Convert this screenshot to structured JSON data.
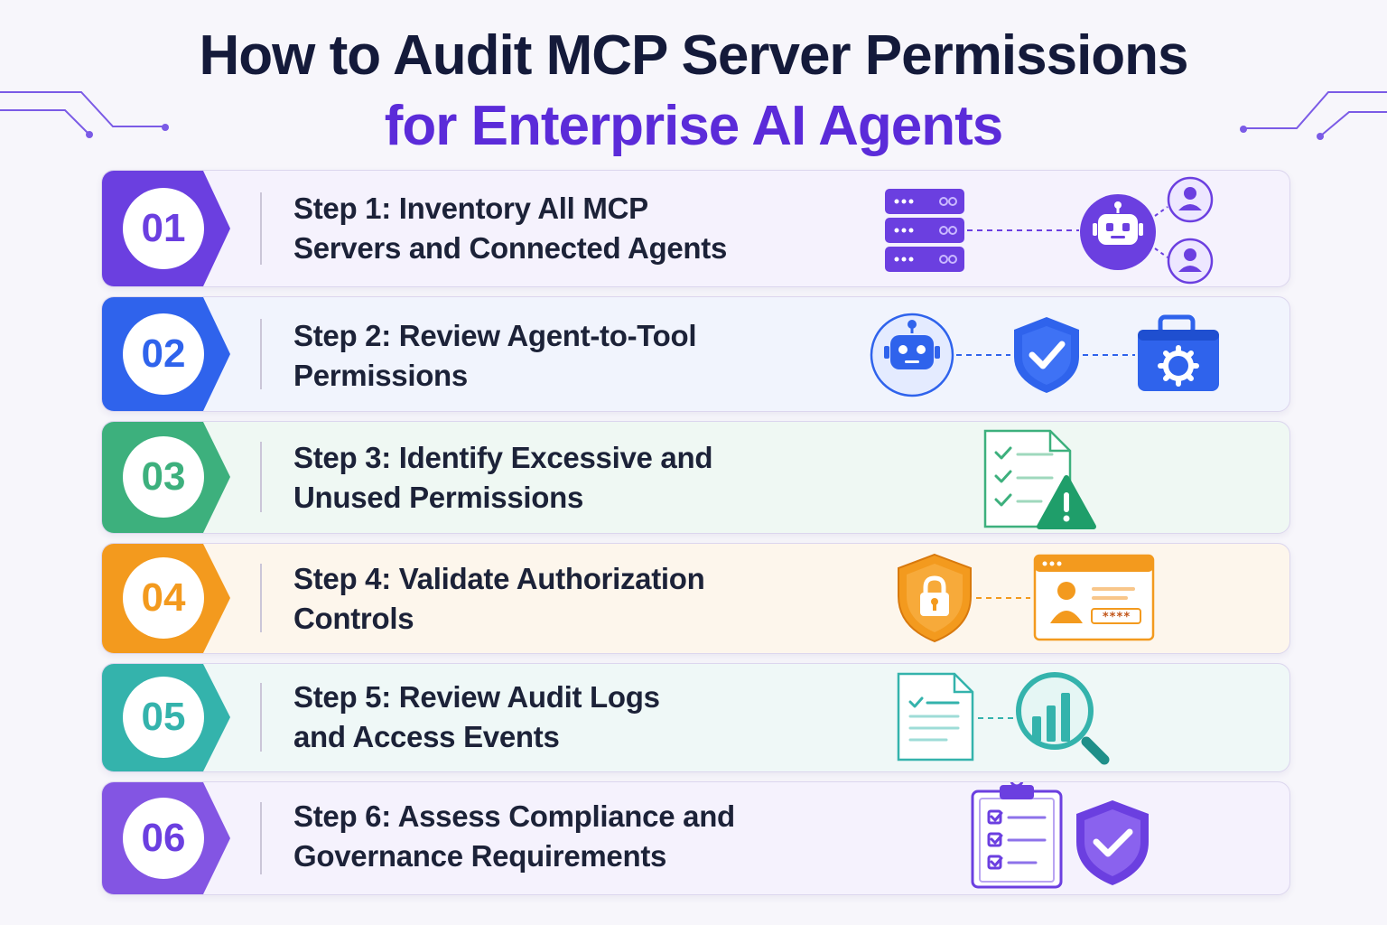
{
  "title": {
    "line1": "How to Audit MCP Server Permissions",
    "line2": "for Enterprise AI Agents"
  },
  "colors": {
    "title_dark": "#141a3a",
    "title_accent": "#5b2bd9",
    "step1": "#6b3fe0",
    "step2": "#2f63ec",
    "step3": "#3db07d",
    "step4": "#f39a1e",
    "step5": "#34b3ac",
    "step6": "#8355e3"
  },
  "steps": [
    {
      "number": "01",
      "line1": "Step 1: Inventory All MCP",
      "line2": "Servers and Connected Agents",
      "icons": [
        "server-stack-icon",
        "robot-icon",
        "user-icon",
        "user-icon"
      ]
    },
    {
      "number": "02",
      "line1": "Step 2: Review Agent-to-Tool",
      "line2": "Permissions",
      "icons": [
        "robot-icon",
        "shield-check-icon",
        "toolbox-gear-icon"
      ]
    },
    {
      "number": "03",
      "line1": "Step 3: Identify Excessive and",
      "line2": "Unused Permissions",
      "icons": [
        "checklist-document-icon",
        "warning-triangle-icon"
      ]
    },
    {
      "number": "04",
      "line1": "Step 4: Validate Authorization",
      "line2": "Controls",
      "icons": [
        "shield-lock-icon",
        "login-window-icon"
      ]
    },
    {
      "number": "05",
      "line1": "Step 5: Review Audit Logs",
      "line2": "and Access Events",
      "icons": [
        "log-document-icon",
        "magnifier-chart-icon"
      ]
    },
    {
      "number": "06",
      "line1": "Step 6: Assess Compliance and",
      "line2": "Governance Requirements",
      "icons": [
        "clipboard-checklist-icon",
        "shield-check-icon"
      ]
    }
  ]
}
